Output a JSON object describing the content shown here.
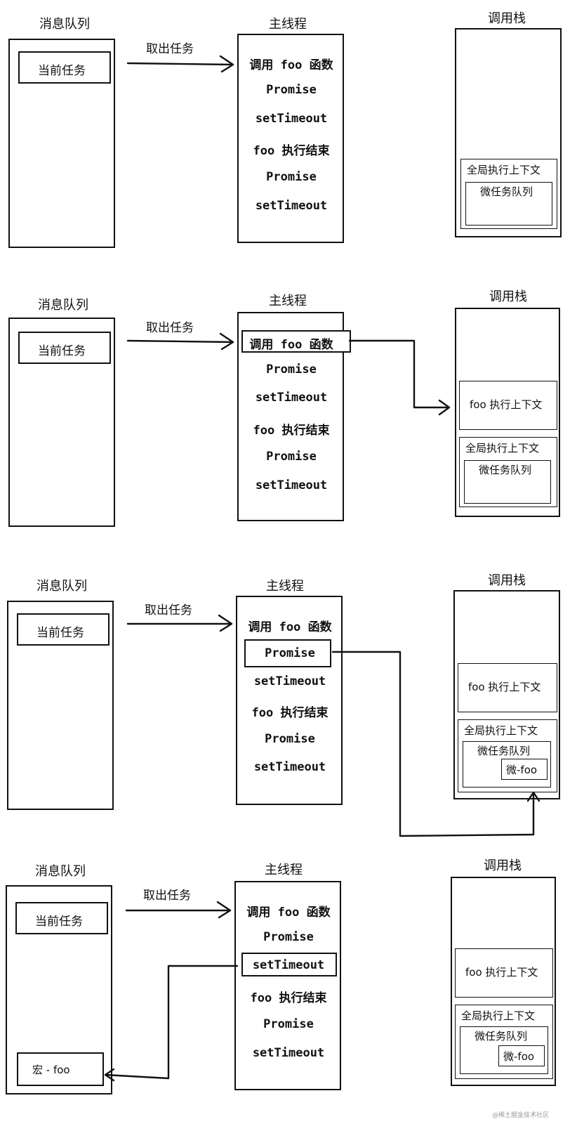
{
  "labels": {
    "message_queue": "消息队列",
    "main_thread": "主线程",
    "call_stack": "调用栈",
    "take_task": "取出任务",
    "current_task": "当前任务",
    "global_context": "全局执行上下文",
    "microtask_queue": "微任务队列",
    "foo_context": "foo 执行上下文",
    "micro_foo": "微-foo",
    "macro_foo": "宏 - foo"
  },
  "main_thread_tasks": [
    "调用 foo 函数",
    "Promise",
    "setTimeout",
    "foo 执行结束",
    "Promise",
    "setTimeout"
  ],
  "watermark": "@稀土掘金技术社区"
}
